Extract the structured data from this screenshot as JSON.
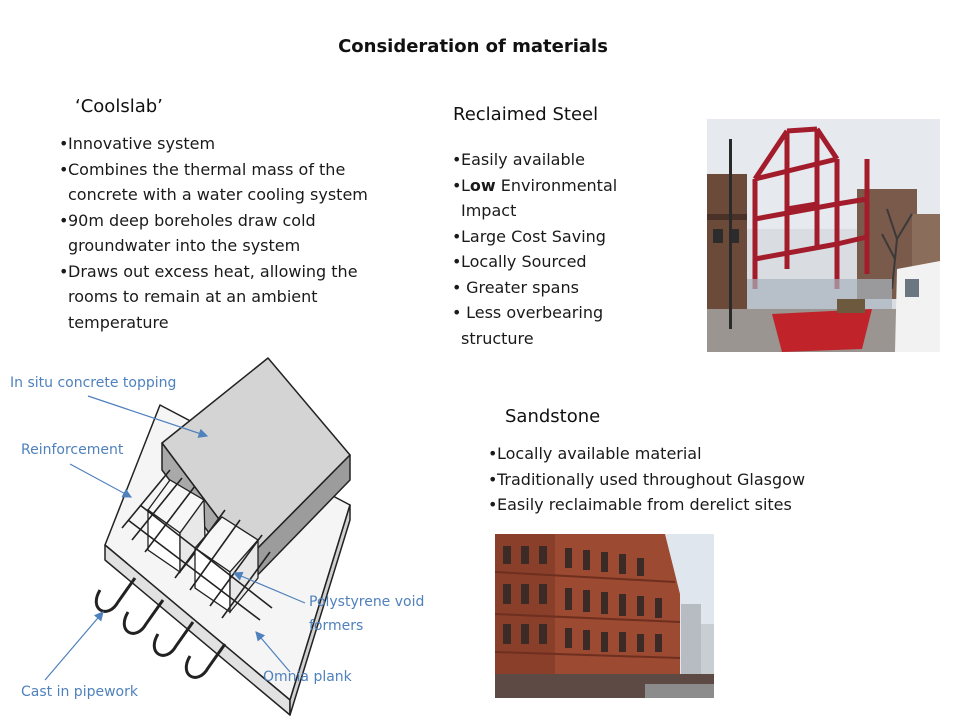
{
  "slide": {
    "title": "Consideration of materials"
  },
  "coolslab": {
    "heading": "‘Coolslab’",
    "bullets": [
      "Innovative system",
      "Combines the thermal mass of the concrete with a water cooling system",
      "90m deep boreholes draw cold groundwater into the system",
      "Draws out excess heat, allowing the rooms to remain at an ambient temperature"
    ]
  },
  "reclaimed_steel": {
    "heading": "Reclaimed Steel",
    "bullets": [
      {
        "before": "",
        "bold": "",
        "after": "Easily available"
      },
      {
        "before": "L",
        "bold": "ow",
        "after": " Environmental Impact"
      },
      {
        "before": "",
        "bold": "",
        "after": "Large Cost Saving"
      },
      {
        "before": "",
        "bold": "",
        "after": "Locally Sourced"
      },
      {
        "before": "",
        "bold": "",
        "after": " Greater spans"
      },
      {
        "before": "",
        "bold": "",
        "after": " Less overbearing structure"
      }
    ]
  },
  "sandstone": {
    "heading": "Sandstone",
    "bullets": [
      "Locally available material",
      "Traditionally used throughout Glasgow",
      "Easily reclaimable from derelict sites"
    ]
  },
  "diagram": {
    "labels": {
      "topping": "In situ concrete topping",
      "reinforcement": "Reinforcement",
      "void_formers_1": "Polystyrene void",
      "void_formers_2": "formers",
      "omnia_plank": "Omnia plank",
      "pipework": "Cast in pipework"
    },
    "label_color": "#4f81bd"
  }
}
